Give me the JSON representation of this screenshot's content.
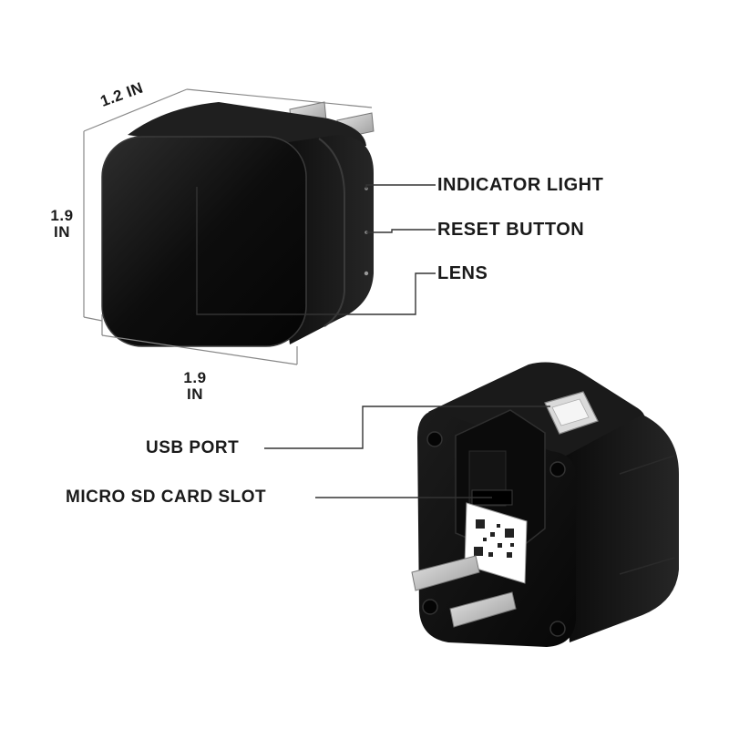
{
  "labels": {
    "indicator_light": "INDICATOR LIGHT",
    "reset_button": "RESET BUTTON",
    "lens": "LENS",
    "usb_port": "USB PORT",
    "micro_sd_card_slot": "MICRO SD CARD SLOT"
  },
  "dimensions": {
    "depth": "1.2 IN",
    "height_value": "1.9",
    "height_unit": "IN",
    "width_value": "1.9",
    "width_unit": "IN"
  },
  "colors": {
    "device_body": "#111111",
    "device_edge": "#2a2a2a",
    "prong": "#c8c8c8",
    "line": "#333333",
    "dim_line": "#888888"
  }
}
